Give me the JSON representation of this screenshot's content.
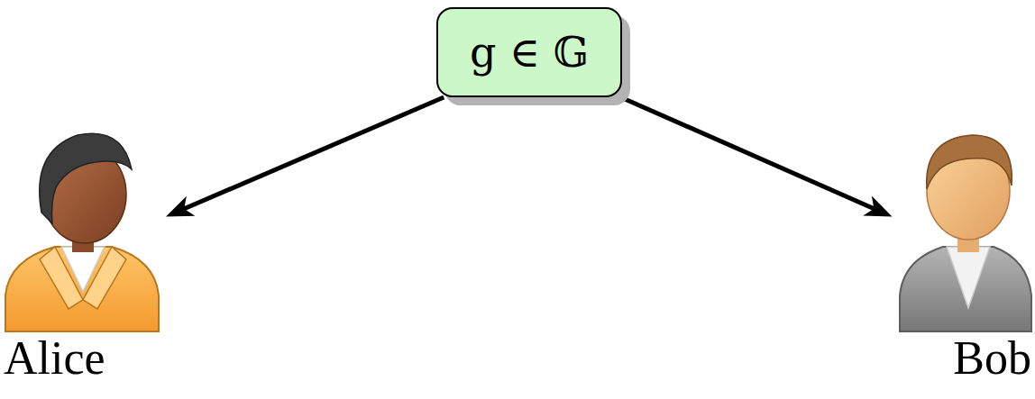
{
  "diagram": {
    "nodes": [
      {
        "text": [
          "g ∈ 𝔾"
        ]
      },
      {
        "text": [
          "Alice"
        ]
      },
      {
        "text": [
          "Bob"
        ]
      }
    ],
    "edges": [
      {
        "from": 0,
        "to": 1,
        "arrow": "to"
      },
      {
        "from": 0,
        "to": 2,
        "arrow": "to"
      }
    ]
  }
}
